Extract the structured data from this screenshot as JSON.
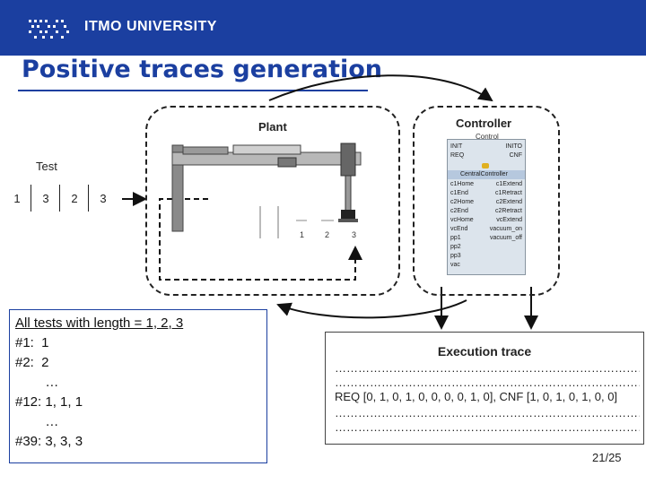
{
  "header": {
    "logo_text": "ITMO UNIVERSITY",
    "background": "#1b3fa0"
  },
  "title": "Positive traces generation",
  "plant": {
    "label": "Plant",
    "position_labels": [
      "1",
      "2",
      "3"
    ]
  },
  "controller": {
    "label": "Controller",
    "block_type": "Control",
    "inner_name": "CentralController",
    "events_left": [
      "INIT",
      "REQ"
    ],
    "events_right": [
      "INITO",
      "CNF"
    ],
    "inputs": [
      "c1Home",
      "c1End",
      "c2Home",
      "c2End",
      "vcHome",
      "vcEnd",
      "pp1",
      "pp2",
      "pp3",
      "vac"
    ],
    "outputs": [
      "c1Extend",
      "c1Retract",
      "c2Extend",
      "c2Retract",
      "vcExtend",
      "vacuum_on",
      "vacuum_off"
    ]
  },
  "test": {
    "label": "Test",
    "cells": [
      "1",
      "3",
      "2",
      "3"
    ]
  },
  "tests_box": {
    "lines": [
      "All tests with length = 1, 2, 3",
      "#1:  1",
      "#2:  2",
      "        …",
      "#12: 1, 1, 1",
      "        …",
      "#39: 3, 3, 3"
    ]
  },
  "execution_trace": {
    "title": "Execution trace",
    "dots_line": "…………………………………………………………………………………………………",
    "trace_line": "REQ [0, 1, 0, 1, 0, 0, 0, 0, 1, 0], CNF [1, 0, 1, 0, 1, 0, 0]"
  },
  "page_number": "21/25"
}
